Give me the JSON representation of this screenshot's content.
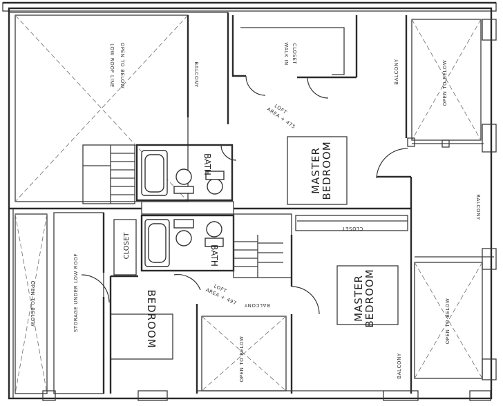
{
  "labels": {
    "walk_in_closet_1": "WALK IN",
    "walk_in_closet_2": "CLOSET",
    "bath_upper": "BATH",
    "bath_lower": "BATH",
    "master_bedroom_upper_1": "MASTER",
    "master_bedroom_upper_2": "BEDROOM",
    "master_bedroom_lower_1": "MASTER",
    "master_bedroom_lower_2": "BEDROOM",
    "bedroom": "BEDROOM",
    "closet_left": "CLOSET",
    "closet_right": "CLOSET",
    "open_to_below_topleft": "OPEN TO BELOW",
    "low_roof_line": "LOW ROOF LINE",
    "balcony_topleft": "BALCONY",
    "open_to_below_topright": "OPEN TO BELOW",
    "balcony_topright": "BALCONY",
    "balcony_right_mid": "BALCONY",
    "open_to_below_bottomright": "OPEN TO BELOW",
    "balcony_bottom_right": "BALCONY",
    "open_to_below_bottom_center": "OPEN TO BELOW",
    "balcony_center": "BALCONY",
    "open_to_below_left": "OPEN TO BELOW",
    "storage_under_low_roof": "STORAGE UNDER LOW ROOF",
    "loft_area_upper_1": "LOFT",
    "loft_area_upper_2": "AREA + 475",
    "loft_area_lower_1": "LOFT",
    "loft_area_lower_2": "AREA + 497"
  }
}
